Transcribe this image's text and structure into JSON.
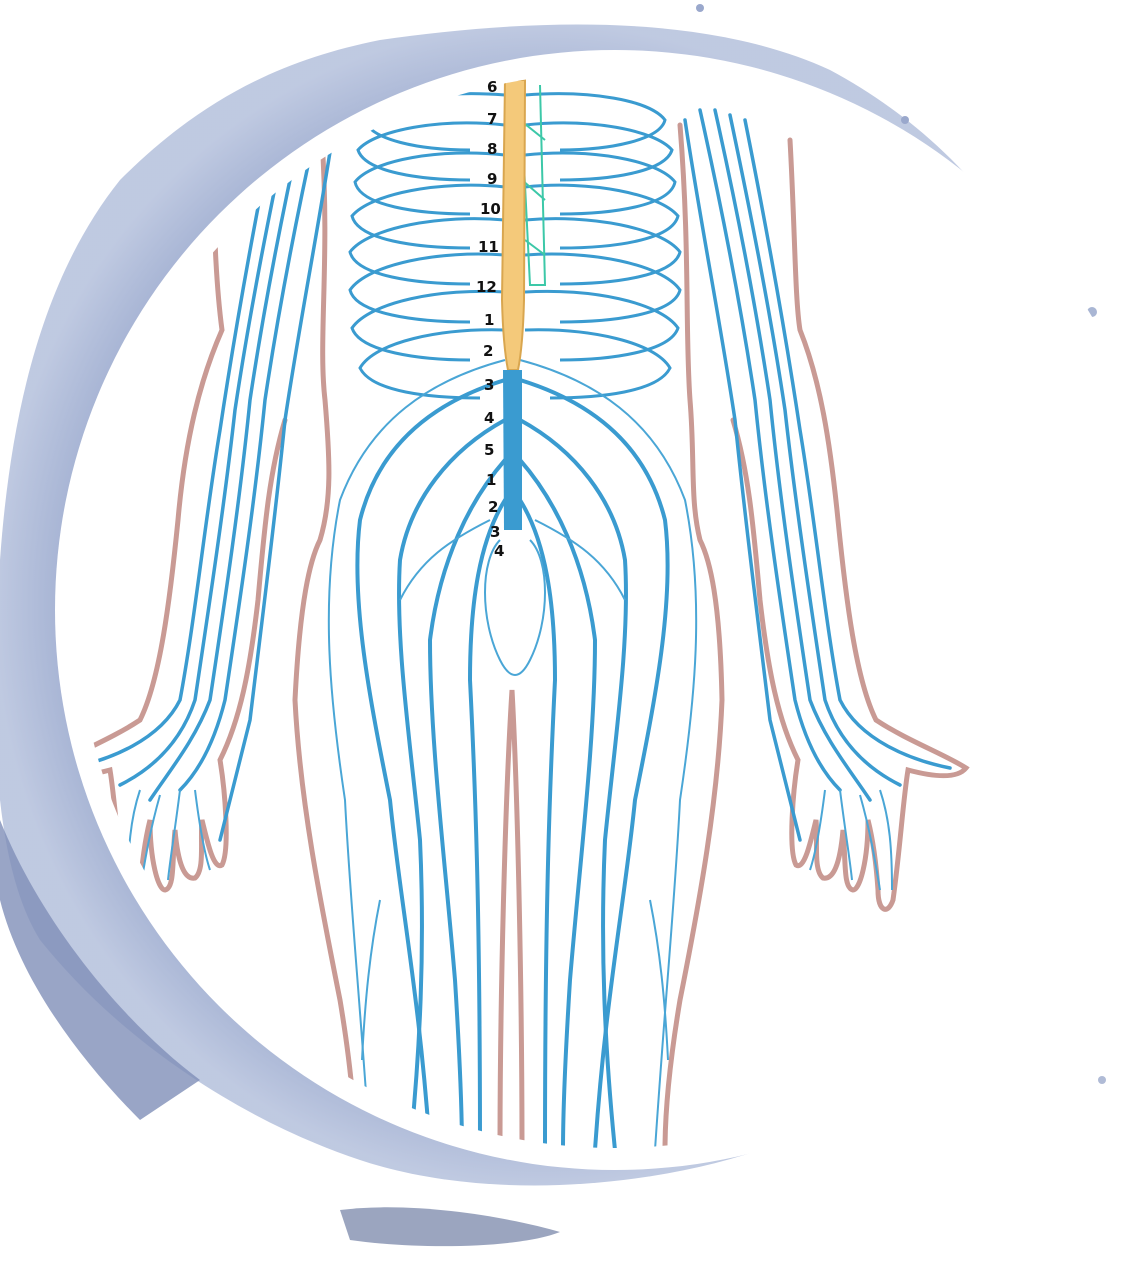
{
  "figure": {
    "subject": "human nervous system, posterior view of torso, arms and upper legs",
    "frame_style": "white circle over blue watercolor splash"
  },
  "colors": {
    "nerve": "#3a9bd0",
    "nerve_thin": "#4aa6d6",
    "body_outline": "#c99a94",
    "spinal_cord": "#f4c97a",
    "spinal_cord_edge": "#d9a64f",
    "sympathetic_chain": "#3cc8a8",
    "splash_dark": "#7f8fb8",
    "splash_light": "#aab7d6",
    "circle": "#ffffff"
  },
  "vertebra_labels": [
    {
      "group": "thoracic",
      "text": "6"
    },
    {
      "group": "thoracic",
      "text": "7"
    },
    {
      "group": "thoracic",
      "text": "8"
    },
    {
      "group": "thoracic",
      "text": "9"
    },
    {
      "group": "thoracic",
      "text": "10"
    },
    {
      "group": "thoracic",
      "text": "11"
    },
    {
      "group": "thoracic",
      "text": "12"
    },
    {
      "group": "lumbar",
      "text": "1"
    },
    {
      "group": "lumbar",
      "text": "2"
    },
    {
      "group": "lumbar",
      "text": "3"
    },
    {
      "group": "lumbar",
      "text": "4"
    },
    {
      "group": "lumbar",
      "text": "5"
    },
    {
      "group": "sacral",
      "text": "1"
    },
    {
      "group": "sacral",
      "text": "2"
    },
    {
      "group": "sacral",
      "text": "3"
    },
    {
      "group": "sacral",
      "text": "4"
    }
  ]
}
